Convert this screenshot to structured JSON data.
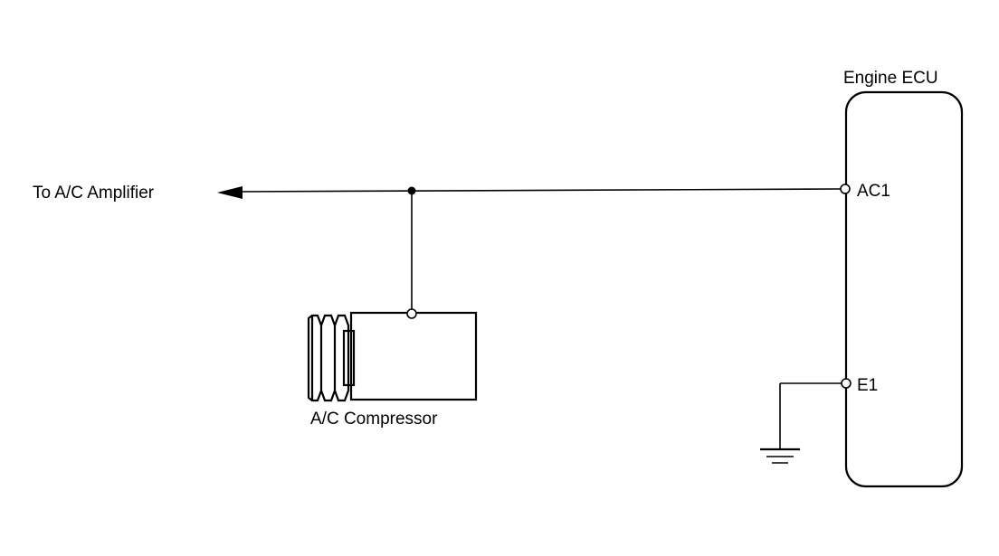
{
  "labels": {
    "ecu_title": "Engine ECU",
    "amplifier": "To A/C Amplifier",
    "compressor": "A/C Compressor",
    "terminal_ac1": "AC1",
    "terminal_e1": "E1"
  },
  "colors": {
    "line": "#000000",
    "background": "#ffffff"
  }
}
